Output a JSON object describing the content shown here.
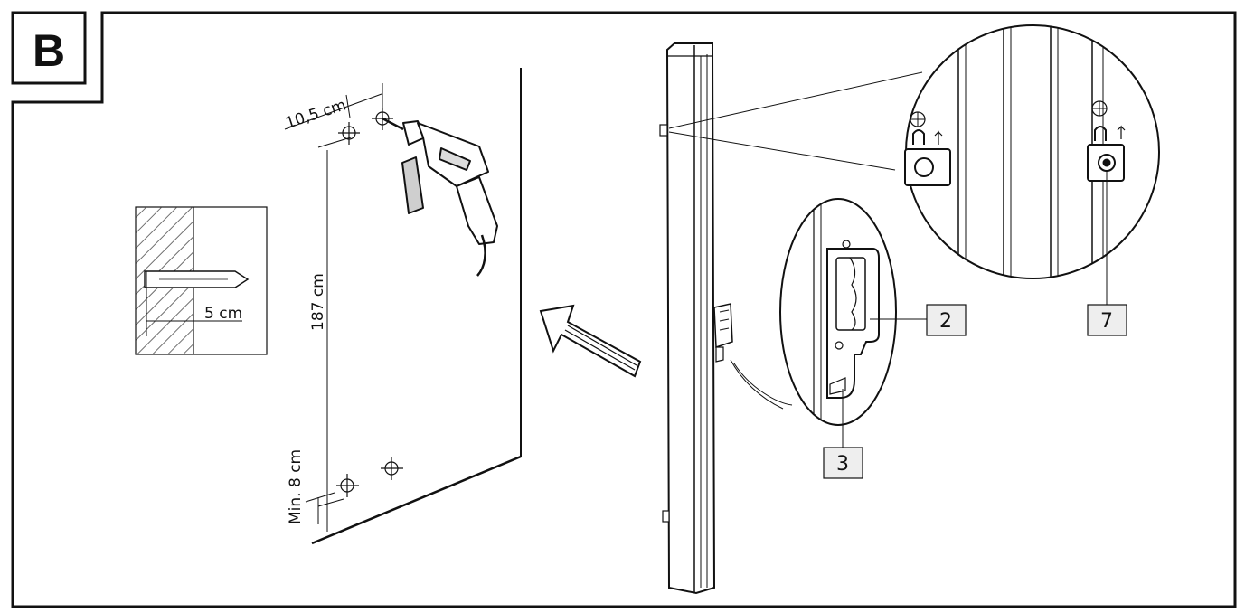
{
  "section_label": "B",
  "dimensions": {
    "hole_spacing": "10,5 cm",
    "height": "187 cm",
    "min_floor": "Min. 8 cm",
    "drill_depth": "5 cm"
  },
  "callouts": {
    "part_2": "2",
    "part_3": "3",
    "part_7": "7"
  },
  "colors": {
    "line": "#111111",
    "callout_fill": "#eeeeee"
  },
  "icons": [
    "drill-icon",
    "wall-section-icon",
    "arrow-icon",
    "post-icon",
    "bracket-icon"
  ]
}
